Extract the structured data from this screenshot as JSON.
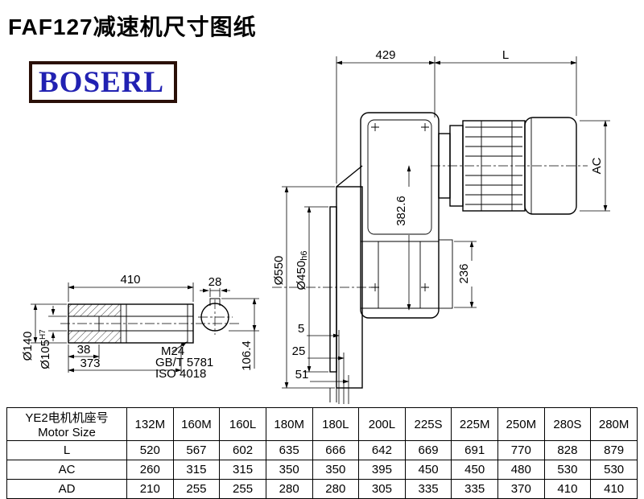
{
  "page": {
    "title": "FAF127减速机尺寸图纸",
    "brand": "BOSERL"
  },
  "colors": {
    "brand_text": "#2121b2",
    "brand_border": "#2a1008",
    "line": "#000000"
  },
  "drawing": {
    "dims": {
      "top_width": "429",
      "motor_len": "L",
      "motor_dia": "AC",
      "flange_od": "Ø550",
      "pilot_dia": "Ø450",
      "pilot_tol": "h6",
      "height_a": "382.6",
      "height_b": "236",
      "gap_a": "5",
      "gap_b": "25",
      "gap_c": "51",
      "shaft_len": "410",
      "key_width": "28",
      "step_a": "38",
      "step_b": "373",
      "shaft_od": "Ø140",
      "bore_dia": "Ø105",
      "bore_tol": "H7",
      "key_depth": "106.4",
      "thread": "M24",
      "std_gb": "GB/T 5781",
      "std_iso": "ISO 4018"
    }
  },
  "table": {
    "header_cn": "YE2电机机座号",
    "header_en": "Motor Size",
    "columns": [
      "132M",
      "160M",
      "160L",
      "180M",
      "180L",
      "200L",
      "225S",
      "225M",
      "250M",
      "280S",
      "280M"
    ],
    "rows": [
      {
        "label": "L",
        "values": [
          "520",
          "567",
          "602",
          "635",
          "666",
          "642",
          "669",
          "691",
          "770",
          "828",
          "879"
        ]
      },
      {
        "label": "AC",
        "values": [
          "260",
          "315",
          "315",
          "350",
          "350",
          "395",
          "450",
          "450",
          "480",
          "530",
          "530"
        ]
      },
      {
        "label": "AD",
        "values": [
          "210",
          "255",
          "255",
          "280",
          "280",
          "305",
          "335",
          "335",
          "370",
          "410",
          "410"
        ]
      }
    ]
  }
}
